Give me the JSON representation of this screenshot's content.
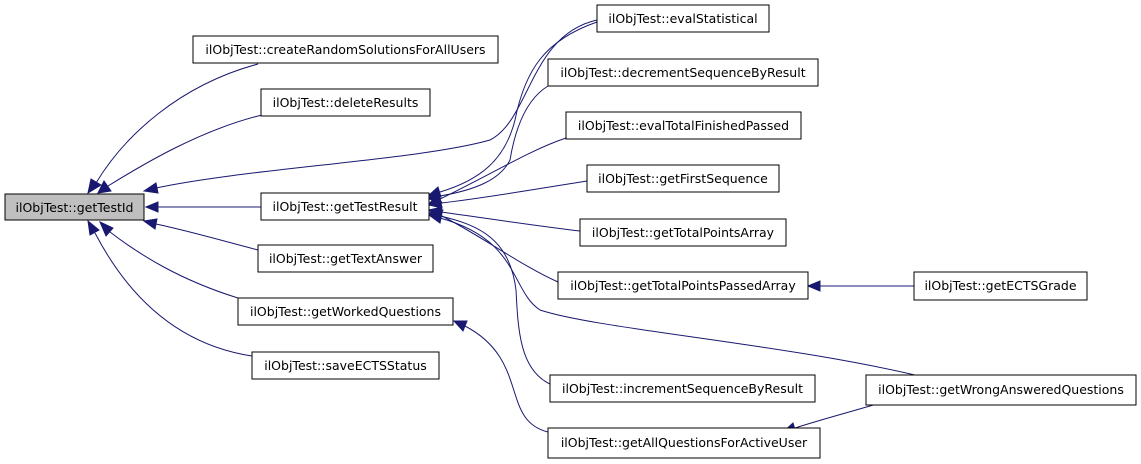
{
  "graph": {
    "nodes": {
      "getTestId": "ilObjTest::getTestId",
      "createRandomSolutionsForAllUsers": "ilObjTest::createRandomSolutionsForAllUsers",
      "deleteResults": "ilObjTest::deleteResults",
      "getTestResult": "ilObjTest::getTestResult",
      "getTextAnswer": "ilObjTest::getTextAnswer",
      "getWorkedQuestions": "ilObjTest::getWorkedQuestions",
      "saveECTSStatus": "ilObjTest::saveECTSStatus",
      "evalStatistical": "ilObjTest::evalStatistical",
      "decrementSequenceByResult": "ilObjTest::decrementSequenceByResult",
      "evalTotalFinishedPassed": "ilObjTest::evalTotalFinishedPassed",
      "getFirstSequence": "ilObjTest::getFirstSequence",
      "getTotalPointsArray": "ilObjTest::getTotalPointsArray",
      "getTotalPointsPassedArray": "ilObjTest::getTotalPointsPassedArray",
      "incrementSequenceByResult": "ilObjTest::incrementSequenceByResult",
      "getAllQuestionsForActiveUser": "ilObjTest::getAllQuestionsForActiveUser",
      "getECTSGrade": "ilObjTest::getECTSGrade",
      "getWrongAnsweredQuestions": "ilObjTest::getWrongAnsweredQuestions"
    },
    "colors": {
      "edge": "#191970",
      "focus_fill": "#bfbfbf",
      "node_fill": "#ffffff",
      "node_border": "#000000"
    }
  }
}
